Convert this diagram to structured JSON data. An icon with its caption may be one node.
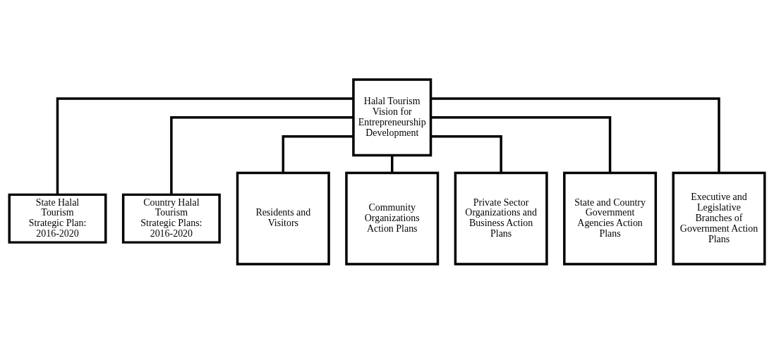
{
  "diagram": {
    "nodes": [
      {
        "text": [
          "Halal Tourism Vision for Entrepreneurship Development"
        ]
      },
      {
        "text": [
          "State Halal Tourism Strategic Plan: 2016-2020"
        ]
      },
      {
        "text": [
          "Country Halal Tourism Strategic Plans: 2016-2020"
        ]
      },
      {
        "text": [
          "Residents and Visitors"
        ]
      },
      {
        "text": [
          "Community Organizations Action Plans"
        ]
      },
      {
        "text": [
          "Private Sector Organizations and Business Action Plans"
        ]
      },
      {
        "text": [
          "State and Country Government Agencies Action Plans"
        ]
      },
      {
        "text": [
          "Executive and Legislative Branches of Government Action Plans"
        ]
      }
    ],
    "edges": [
      {
        "from": 0,
        "to": 1,
        "arrow": "none"
      },
      {
        "from": 0,
        "to": 2,
        "arrow": "none"
      },
      {
        "from": 0,
        "to": 3,
        "arrow": "none"
      },
      {
        "from": 0,
        "to": 4,
        "arrow": "none"
      },
      {
        "from": 0,
        "to": 5,
        "arrow": "none"
      },
      {
        "from": 0,
        "to": 6,
        "arrow": "none"
      },
      {
        "from": 0,
        "to": 7,
        "arrow": "none"
      }
    ]
  }
}
